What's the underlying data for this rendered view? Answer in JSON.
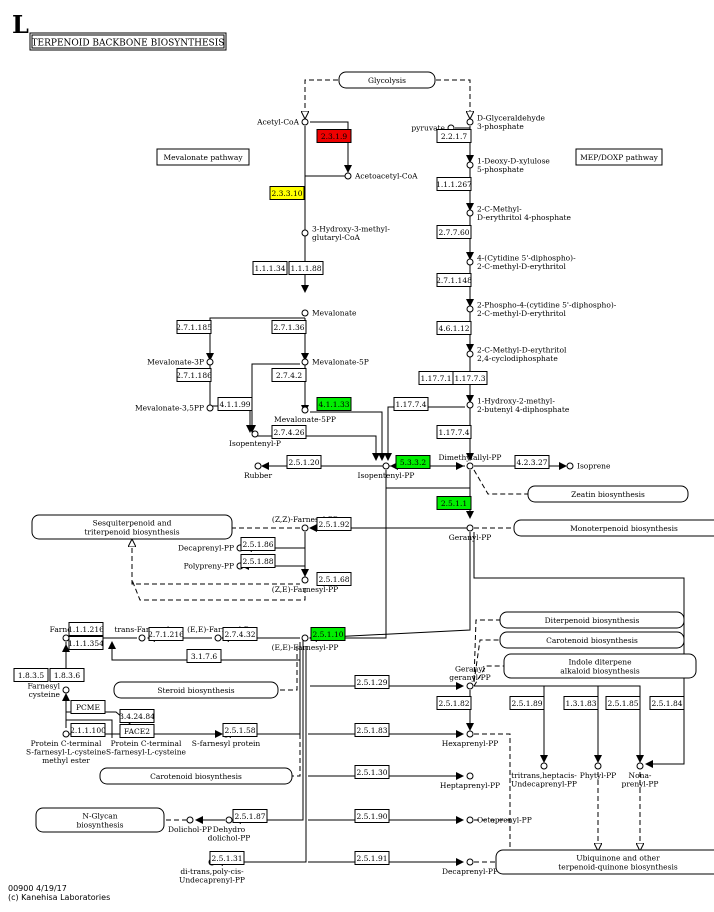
{
  "panel_letter": "L",
  "map_title": "TERPENOID BACKBONE BIOSYNTHESIS",
  "footer": {
    "map_id": "00900 4/19/17",
    "copyright": "(c) Kanehisa Laboratories"
  },
  "colors": {
    "red": "#ee0000",
    "yellow": "#ffff00",
    "green": "#00ee00",
    "plain": "#ffffff"
  },
  "enzymes": [
    {
      "id": "e1",
      "label": "2.3.1.9",
      "color": "red"
    },
    {
      "id": "e2",
      "label": "2.3.3.10",
      "color": "yellow"
    },
    {
      "id": "e3",
      "label": "1.1.1.34",
      "color": "plain"
    },
    {
      "id": "e4",
      "label": "1.1.1.88",
      "color": "plain"
    },
    {
      "id": "e5",
      "label": "2.7.1.185",
      "color": "plain"
    },
    {
      "id": "e6",
      "label": "2.7.1.36",
      "color": "plain"
    },
    {
      "id": "e7",
      "label": "2.7.1.186",
      "color": "plain"
    },
    {
      "id": "e8",
      "label": "2.7.4.2",
      "color": "plain"
    },
    {
      "id": "e9",
      "label": "4.1.1.99",
      "color": "plain"
    },
    {
      "id": "e10",
      "label": "4.1.1.33",
      "color": "green"
    },
    {
      "id": "e11",
      "label": "2.7.4.26",
      "color": "plain"
    },
    {
      "id": "e12",
      "label": "2.2.1.7",
      "color": "plain"
    },
    {
      "id": "e13",
      "label": "1.1.1.267",
      "color": "plain"
    },
    {
      "id": "e14",
      "label": "2.7.7.60",
      "color": "plain"
    },
    {
      "id": "e15",
      "label": "2.7.1.148",
      "color": "plain"
    },
    {
      "id": "e16",
      "label": "4.6.1.12",
      "color": "plain"
    },
    {
      "id": "e17",
      "label": "1.17.7.1",
      "color": "plain"
    },
    {
      "id": "e18",
      "label": "1.17.7.3",
      "color": "plain"
    },
    {
      "id": "e19",
      "label": "1.17.7.4",
      "color": "plain"
    },
    {
      "id": "e20",
      "label": "1.17.7.4",
      "color": "plain"
    },
    {
      "id": "e21",
      "label": "2.5.1.20",
      "color": "plain"
    },
    {
      "id": "e22",
      "label": "5.3.3.2",
      "color": "green"
    },
    {
      "id": "e23",
      "label": "4.2.3.27",
      "color": "plain"
    },
    {
      "id": "e24",
      "label": "2.5.1.1",
      "color": "green"
    },
    {
      "id": "e25",
      "label": "2.5.1.92",
      "color": "plain"
    },
    {
      "id": "e26",
      "label": "2.5.1.86",
      "color": "plain"
    },
    {
      "id": "e27",
      "label": "2.5.1.88",
      "color": "plain"
    },
    {
      "id": "e28",
      "label": "2.5.1.68",
      "color": "plain"
    },
    {
      "id": "e29",
      "label": "2.5.1.10",
      "color": "green"
    },
    {
      "id": "e30",
      "label": "1.1.1.216",
      "color": "plain"
    },
    {
      "id": "e31",
      "label": "1.1.1.354",
      "color": "plain"
    },
    {
      "id": "e32",
      "label": "2.7.1.216",
      "color": "plain"
    },
    {
      "id": "e33",
      "label": "2.7.4.32",
      "color": "plain"
    },
    {
      "id": "e34",
      "label": "3.1.7.6",
      "color": "plain"
    },
    {
      "id": "e35",
      "label": "1.8.3.5",
      "color": "plain"
    },
    {
      "id": "e36",
      "label": "1.8.3.6",
      "color": "plain"
    },
    {
      "id": "e37",
      "label": "PCME",
      "color": "plain"
    },
    {
      "id": "e38",
      "label": "2.1.1.100",
      "color": "plain"
    },
    {
      "id": "e39",
      "label": "3.4.24.84",
      "color": "plain"
    },
    {
      "id": "e40",
      "label": "FACE2",
      "color": "plain"
    },
    {
      "id": "e41",
      "label": "2.5.1.58",
      "color": "plain"
    },
    {
      "id": "e42",
      "label": "2.5.1.29",
      "color": "plain"
    },
    {
      "id": "e43",
      "label": "2.5.1.82",
      "color": "plain"
    },
    {
      "id": "e44",
      "label": "2.5.1.83",
      "color": "plain"
    },
    {
      "id": "e45",
      "label": "2.5.1.89",
      "color": "plain"
    },
    {
      "id": "e46",
      "label": "1.3.1.83",
      "color": "plain"
    },
    {
      "id": "e47",
      "label": "2.5.1.85",
      "color": "plain"
    },
    {
      "id": "e48",
      "label": "2.5.1.84",
      "color": "plain"
    },
    {
      "id": "e49",
      "label": "2.5.1.30",
      "color": "plain"
    },
    {
      "id": "e50",
      "label": "2.5.1.87",
      "color": "plain"
    },
    {
      "id": "e51",
      "label": "2.5.1.90",
      "color": "plain"
    },
    {
      "id": "e52",
      "label": "2.5.1.31",
      "color": "plain"
    },
    {
      "id": "e53",
      "label": "2.5.1.91",
      "color": "plain"
    }
  ],
  "compounds": [
    {
      "id": "c_acetylcoa",
      "lines": [
        "Acetyl-CoA"
      ]
    },
    {
      "id": "c_acetoacetylcoa",
      "lines": [
        "Acetoacetyl-CoA"
      ]
    },
    {
      "id": "c_hmgcoa",
      "lines": [
        "3-Hydroxy-3-methyl-",
        "glutaryl-CoA"
      ]
    },
    {
      "id": "c_mevalonate",
      "lines": [
        "Mevalonate"
      ]
    },
    {
      "id": "c_mev3p",
      "lines": [
        "Mevalonate-3P"
      ]
    },
    {
      "id": "c_mev5p",
      "lines": [
        "Mevalonate-5P"
      ]
    },
    {
      "id": "c_mev35pp",
      "lines": [
        "Mevalonate-3,5PP"
      ]
    },
    {
      "id": "c_mev5pp",
      "lines": [
        "Mevalonate-5PP"
      ]
    },
    {
      "id": "c_ip",
      "lines": [
        "Isopentenyl-P"
      ]
    },
    {
      "id": "c_ipp",
      "lines": [
        "Isopentenyl-PP"
      ]
    },
    {
      "id": "c_rubber",
      "lines": [
        "Rubber"
      ]
    },
    {
      "id": "c_pyruvate",
      "lines": [
        "pyruvate"
      ]
    },
    {
      "id": "c_g3p",
      "lines": [
        "D-Glyceraldehyde",
        "3-phosphate"
      ]
    },
    {
      "id": "c_dxp",
      "lines": [
        "1-Deoxy-D-xylulose",
        "5-phosphate"
      ]
    },
    {
      "id": "c_mep",
      "lines": [
        "2-C-Methyl-",
        "D-erythritol 4-phosphate"
      ]
    },
    {
      "id": "c_cdpme",
      "lines": [
        "4-(Cytidine 5'-diphospho)-",
        "2-C-methyl-D-erythritol"
      ]
    },
    {
      "id": "c_cdpmep",
      "lines": [
        "2-Phospho-4-(cytidine 5'-diphospho)-",
        "2-C-methyl-D-erythritol"
      ]
    },
    {
      "id": "c_mecpp",
      "lines": [
        "2-C-Methyl-D-erythritol",
        "2,4-cyclodiphosphate"
      ]
    },
    {
      "id": "c_hmbpp",
      "lines": [
        "1-Hydroxy-2-methyl-",
        "2-butenyl 4-diphosphate"
      ]
    },
    {
      "id": "c_dmapp",
      "lines": [
        "Dimethylallyl-PP"
      ]
    },
    {
      "id": "c_isoprene",
      "lines": [
        "Isoprene"
      ]
    },
    {
      "id": "c_gpp",
      "lines": [
        "Geranyl-PP"
      ]
    },
    {
      "id": "c_zzfpp",
      "lines": [
        "(Z,Z)-Farnesyl-PP"
      ]
    },
    {
      "id": "c_decaprenyl1",
      "lines": [
        "Decaprenyl-PP"
      ]
    },
    {
      "id": "c_polypreny",
      "lines": [
        "Polypreny-PP"
      ]
    },
    {
      "id": "c_zefpp",
      "lines": [
        "(Z,E)-Farnesyl-PP"
      ]
    },
    {
      "id": "c_eefpp",
      "lines": [
        "(E,E)-Farnesyl-PP"
      ]
    },
    {
      "id": "c_eefp",
      "lines": [
        "(E,E)-Farnesyl-P"
      ]
    },
    {
      "id": "c_transfarnesol",
      "lines": [
        "trans-Farnesol"
      ]
    },
    {
      "id": "c_farnesal",
      "lines": [
        "Farnesal"
      ]
    },
    {
      "id": "c_farnesylcys",
      "lines": [
        "Farnesyl",
        "cysteine"
      ]
    },
    {
      "id": "c_pcme",
      "lines": [
        "Protein C-terminal",
        "S-farnesyl-L-cysteine",
        "methyl ester"
      ]
    },
    {
      "id": "c_pc",
      "lines": [
        "Protein C-terminal",
        "S-farnesyl-L-cysteine"
      ]
    },
    {
      "id": "c_sfp",
      "lines": [
        "S-farnesyl protein"
      ]
    },
    {
      "id": "c_ggpp",
      "lines": [
        "Geranyl",
        "geranyl-PP"
      ]
    },
    {
      "id": "c_hexaprenyl",
      "lines": [
        "Hexaprenyl-PP"
      ]
    },
    {
      "id": "c_undecaprenyl1",
      "lines": [
        "tritrans,heptacis-",
        "Undecaprenyl-PP"
      ]
    },
    {
      "id": "c_phytyl",
      "lines": [
        "Phytyl-PP"
      ]
    },
    {
      "id": "c_nonaprenyl",
      "lines": [
        "Nona-",
        "prenyl-PP"
      ]
    },
    {
      "id": "c_heptaprenyl",
      "lines": [
        "Heptaprenyl-PP"
      ]
    },
    {
      "id": "c_octaprenyl",
      "lines": [
        "Octaprenyl-PP"
      ]
    },
    {
      "id": "c_dolichol",
      "lines": [
        "Dolichol-PP"
      ]
    },
    {
      "id": "c_dehydrodolichol",
      "lines": [
        "Dehydro",
        "dolichol-PP"
      ]
    },
    {
      "id": "c_decaprenyl2",
      "lines": [
        "Decaprenyl-PP"
      ]
    },
    {
      "id": "c_undecaprenyl2",
      "lines": [
        "di-trans,poly-cis-",
        "Undecaprenyl-PP"
      ]
    }
  ],
  "maps": [
    {
      "id": "m_glycolysis",
      "lines": [
        "Glycolysis"
      ]
    },
    {
      "id": "m_zeatin",
      "lines": [
        "Zeatin biosynthesis"
      ]
    },
    {
      "id": "m_sesqui",
      "lines": [
        "Sesquiterpenoid and",
        "triterpenoid biosynthesis"
      ]
    },
    {
      "id": "m_mono",
      "lines": [
        "Monoterpenoid biosynthesis"
      ]
    },
    {
      "id": "m_diterp",
      "lines": [
        "Diterpenoid biosynthesis"
      ]
    },
    {
      "id": "m_carot1",
      "lines": [
        "Carotenoid biosynthesis"
      ]
    },
    {
      "id": "m_indole",
      "lines": [
        "Indole diterpene",
        "alkaloid biosynthesis"
      ]
    },
    {
      "id": "m_steroid",
      "lines": [
        "Steroid biosynthesis"
      ]
    },
    {
      "id": "m_carot2",
      "lines": [
        "Carotenoid biosynthesis"
      ]
    },
    {
      "id": "m_nglycan",
      "lines": [
        "N-Glycan",
        "biosynthesis"
      ]
    },
    {
      "id": "m_ubiquinone",
      "lines": [
        "Ubiquinone and other",
        "terpenoid-quinone biosynthesis"
      ]
    }
  ],
  "labels": [
    {
      "id": "l_mevalonate",
      "text": "Mevalonate pathway"
    },
    {
      "id": "l_mep",
      "text": "MEP/DOXP pathway"
    }
  ]
}
